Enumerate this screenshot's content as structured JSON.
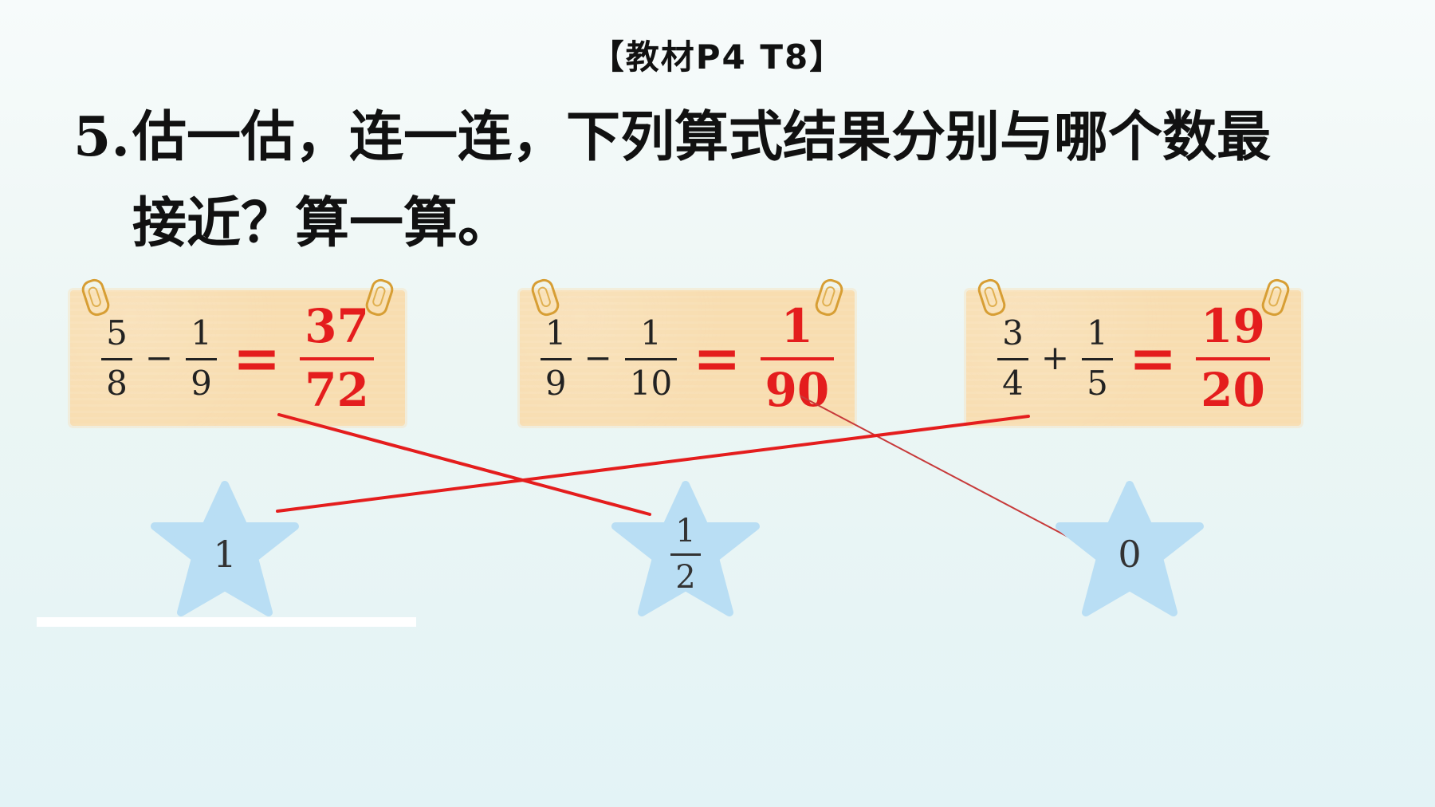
{
  "header": {
    "reference": "【教材P4  T8】"
  },
  "question": {
    "number": "5.",
    "line1": "估一估，连一连，下列算式结果分别与哪个数最",
    "line2": "接近？算一算。"
  },
  "cards": [
    {
      "left_num": "5",
      "left_den": "8",
      "operator": "−",
      "right_num": "1",
      "right_den": "9",
      "equals": "=",
      "result_num": "37",
      "result_den": "72"
    },
    {
      "left_num": "1",
      "left_den": "9",
      "operator": "−",
      "right_num": "1",
      "right_den": "10",
      "equals": "=",
      "result_num": "1",
      "result_den": "90"
    },
    {
      "left_num": "3",
      "left_den": "4",
      "operator": "+",
      "right_num": "1",
      "right_den": "5",
      "equals": "=",
      "result_num": "19",
      "result_den": "20"
    }
  ],
  "targets": {
    "one": "1",
    "half_num": "1",
    "half_den": "2",
    "zero": "0"
  },
  "colors": {
    "card_bg": "#f8ddb0",
    "star_fill": "#b9def4",
    "answer_red": "#e41d1d",
    "line_red": "#e41d1d"
  }
}
